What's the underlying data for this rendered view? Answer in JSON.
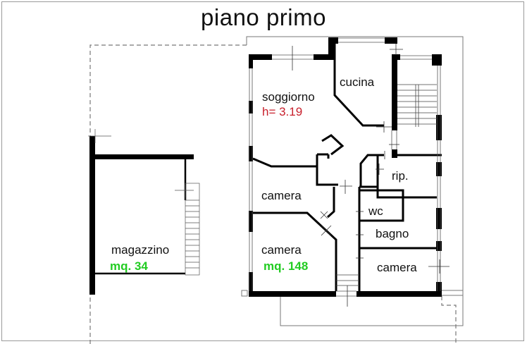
{
  "plan": {
    "title": "piano primo",
    "rooms": {
      "soggiorno": "soggiorno",
      "height": "h= 3.19",
      "cucina": "cucina",
      "rip": "rip.",
      "camera_1": "camera",
      "wc": "wc",
      "bagno": "bagno",
      "camera_2": "camera",
      "camera_3": "camera",
      "magazzino": "magazzino"
    },
    "areas": {
      "main": "mq. 148",
      "magazzino": "mq. 34"
    },
    "colors": {
      "wall": "#000000",
      "height_text": "#c8202c",
      "area_text": "#22cc22",
      "outline": "#777777"
    }
  }
}
